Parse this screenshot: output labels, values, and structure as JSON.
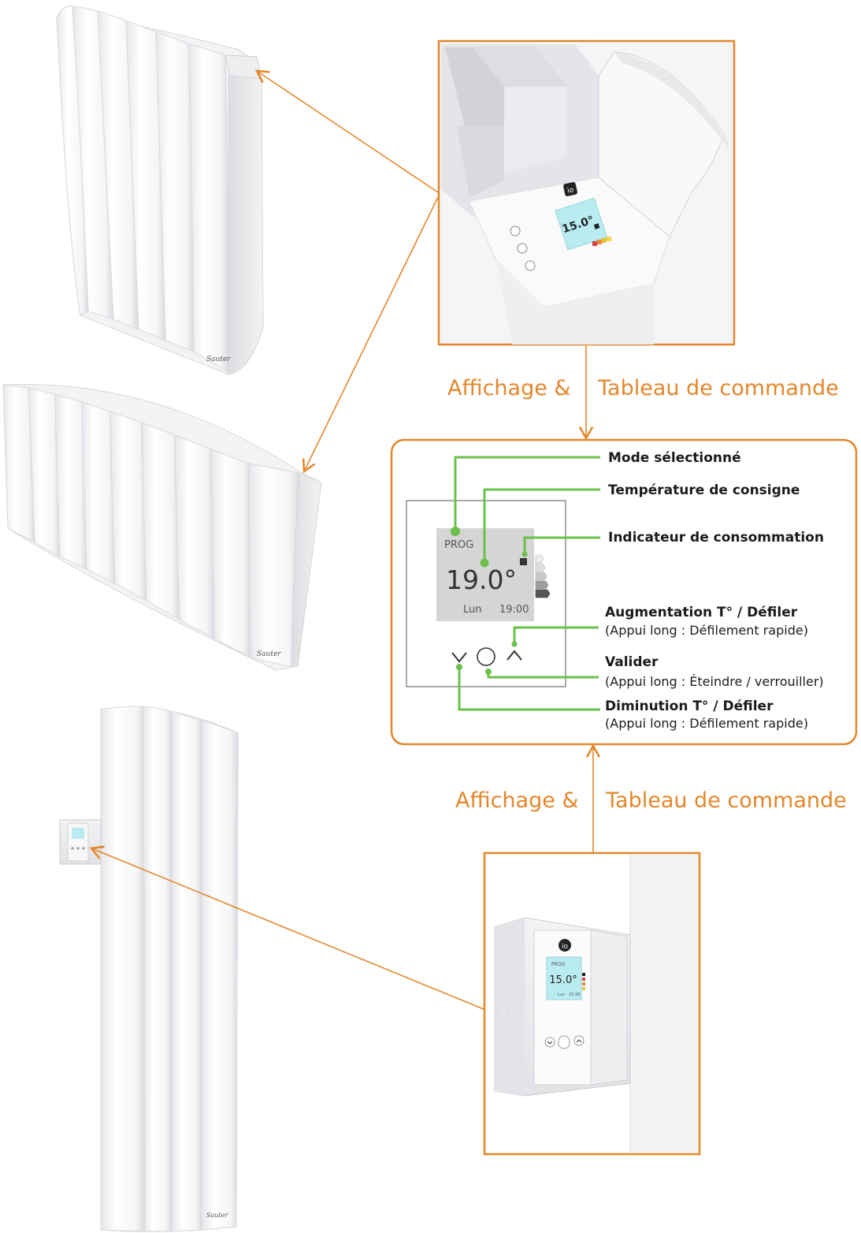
{
  "colors": {
    "accent_orange": "#e3872c",
    "callout_green": "#6cc04a",
    "lcd_grey": "#d5d5d5",
    "lcd_cyan": "#b8ecf0"
  },
  "captions": {
    "top_left": "Affichage &",
    "top_right": "Tableau de commande",
    "bottom_left": "Affichage &",
    "bottom_right": "Tableau de commande"
  },
  "display": {
    "mode": "PROG",
    "temperature": "19.0°",
    "day": "Lun",
    "time": "19:00"
  },
  "callouts": {
    "mode": "Mode sélectionné",
    "setpoint": "Température de consigne",
    "consumption": "Indicateur de consommation",
    "increase": "Augmentation T° / Défiler",
    "increase_long": "(Appui long : Défilement rapide)",
    "validate": "Valider",
    "validate_long": "(Appui long : Éteindre / verrouiller)",
    "decrease": "Diminution T° / Défiler",
    "decrease_long": "(Appui long : Défilement rapide)"
  },
  "device_screens": {
    "top_temperature": "15.0°",
    "bottom_mode": "PROG",
    "bottom_temperature": "15.0°",
    "bottom_day": "Lun",
    "bottom_time": "15:30",
    "logo": "io"
  },
  "brand": "Sauter"
}
